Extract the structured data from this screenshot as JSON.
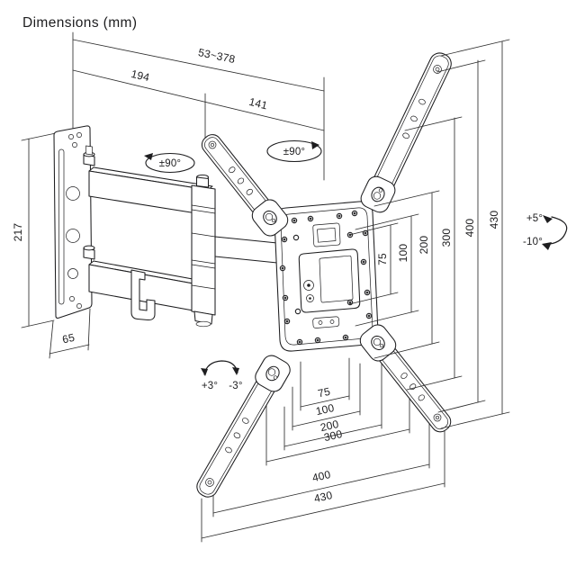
{
  "title": "Dimensions (mm)",
  "units": "mm",
  "colors": {
    "ink": "#1d1d1f",
    "background": "#ffffff"
  },
  "dimensions": {
    "top": [
      "53~378",
      "194",
      "141"
    ],
    "left": [
      "217",
      "65"
    ],
    "right": [
      "75",
      "100",
      "200",
      "300",
      "400",
      "430"
    ],
    "bottom": [
      "75",
      "100",
      "200",
      "300",
      "400",
      "430"
    ]
  },
  "rotation": {
    "swivel_arm": "±90°",
    "swivel_plate": "±90°",
    "tilt_up": "+5°",
    "tilt_down": "-10°",
    "level_plus": "+3°",
    "level_minus": "-3°"
  }
}
